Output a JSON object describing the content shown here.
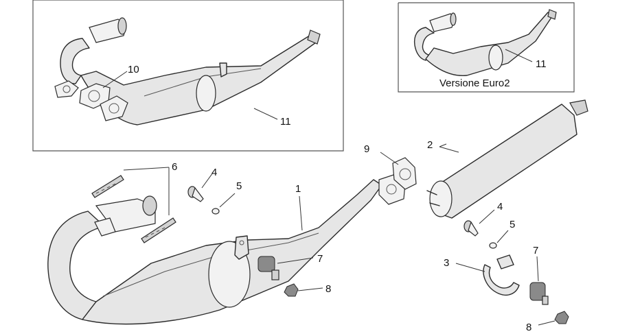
{
  "inset_caption": "Versione Euro2",
  "labels": {
    "c1": "1",
    "c2": "2",
    "c3": "3",
    "c4a": "4",
    "c4b": "4",
    "c5a": "5",
    "c5b": "5",
    "c6": "6",
    "c7a": "7",
    "c7b": "7",
    "c8a": "8",
    "c8b": "8",
    "c9": "9",
    "c10": "10",
    "c11a": "11",
    "c11b": "11"
  },
  "colors": {
    "line": "#2b2b2b",
    "part_fill": "#e6e6e6",
    "frame": "#555555"
  }
}
